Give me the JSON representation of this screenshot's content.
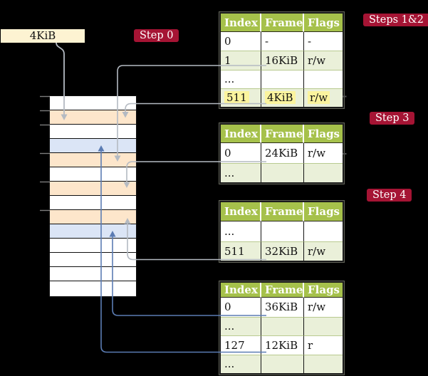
{
  "labels": {
    "frame_box": "4KiB",
    "step0": "Step 0",
    "steps12": "Steps 1&2",
    "step3": "Step 3",
    "step4": "Step 4"
  },
  "memory_column": {
    "rows": [
      "white",
      "orange",
      "white",
      "blue",
      "orange",
      "white",
      "orange",
      "white",
      "orange",
      "blue",
      "white",
      "white",
      "white",
      "white"
    ]
  },
  "page_tables": {
    "headers": [
      "Index",
      "Frame",
      "Flags"
    ],
    "tables": [
      {
        "name": "page-table-1",
        "rows": [
          {
            "index": "0",
            "frame": "-",
            "flags": "-",
            "shade": false,
            "highlight": false
          },
          {
            "index": "1",
            "frame": "16KiB",
            "flags": "r/w",
            "shade": true,
            "highlight": false
          },
          {
            "index": "...",
            "frame": "",
            "flags": "",
            "shade": false,
            "highlight": false
          },
          {
            "index": "511",
            "frame": "4KiB",
            "flags": "r/w",
            "shade": true,
            "highlight": true
          }
        ]
      },
      {
        "name": "page-table-2",
        "rows": [
          {
            "index": "0",
            "frame": "24KiB",
            "flags": "r/w",
            "shade": false,
            "highlight": false
          },
          {
            "index": "...",
            "frame": "",
            "flags": "",
            "shade": true,
            "highlight": false
          }
        ]
      },
      {
        "name": "page-table-3",
        "rows": [
          {
            "index": "...",
            "frame": "",
            "flags": "",
            "shade": false,
            "highlight": false
          },
          {
            "index": "511",
            "frame": "32KiB",
            "flags": "r/w",
            "shade": true,
            "highlight": false
          }
        ]
      },
      {
        "name": "page-table-4",
        "rows": [
          {
            "index": "0",
            "frame": "36KiB",
            "flags": "r/w",
            "shade": false,
            "highlight": false
          },
          {
            "index": "...",
            "frame": "",
            "flags": "",
            "shade": true,
            "highlight": false
          },
          {
            "index": "127",
            "frame": "12KiB",
            "flags": "r",
            "shade": false,
            "highlight": false
          },
          {
            "index": "...",
            "frame": "",
            "flags": "",
            "shade": true,
            "highlight": false
          }
        ]
      }
    ]
  },
  "connectors": [
    {
      "from": "frame-4kib-box",
      "to_memory_row": 2,
      "color": "gray"
    },
    {
      "from": "table1-row-1",
      "to_memory_row": 5,
      "color": "gray"
    },
    {
      "from": "table1-row-511",
      "to_memory_row": 2,
      "color": "gray"
    },
    {
      "from": "table2-row-0",
      "to_memory_row": 7,
      "color": "gray"
    },
    {
      "from": "table3-row-511",
      "to_memory_row": 9,
      "color": "gray"
    },
    {
      "from": "table4-row-0",
      "to_memory_row": 10,
      "color": "blue"
    },
    {
      "from": "table4-row-127",
      "to_memory_row": 4,
      "color": "blue"
    }
  ],
  "colors": {
    "background": "#000000",
    "badge_red": "#a51434",
    "table_header_green": "#a6c14b",
    "table_row_green": "#eaf0d9",
    "memory_orange": "#fde6cb",
    "memory_blue": "#dbe5f6",
    "frame_box_cream": "#fdf3d2",
    "highlight_yellow": "#fbf49e",
    "connector_gray": "#b4bac2",
    "connector_blue": "#5b7cb3"
  }
}
